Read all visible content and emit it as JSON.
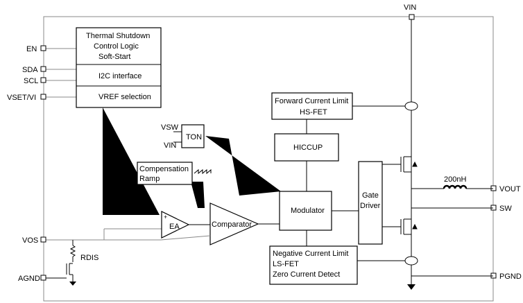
{
  "pins": {
    "en": "EN",
    "sda": "SDA",
    "scl": "SCL",
    "vset": "VSET/VI",
    "vos": "VOS",
    "agnd": "AGND",
    "vin": "VIN",
    "vout": "VOUT",
    "sw": "SW",
    "pgnd": "PGND"
  },
  "blocks": {
    "control_overlap": [
      "Thermal Shutdown",
      "Control Logic",
      "Soft-Start"
    ],
    "i2c": "I2C interface",
    "vref": "VREF selection",
    "forward_overlap": [
      "Forward Current Limit",
      "HS-FET"
    ],
    "hiccup": "HICCUP",
    "modulator": "Modulator",
    "negative_overlap": [
      "Negative Current Limit",
      "LS-FET",
      "Zero Current Detect"
    ],
    "gate_overlap": [
      "Gate",
      "Driver"
    ],
    "ton": "TON",
    "ton_vsw": "VSW",
    "ton_vin": "VIN",
    "comp_overlap": [
      "Compensation",
      "Ramp"
    ],
    "ea": "EA",
    "comparator": "Comparator",
    "rdis": "RDIS",
    "inductor": "200nH"
  }
}
